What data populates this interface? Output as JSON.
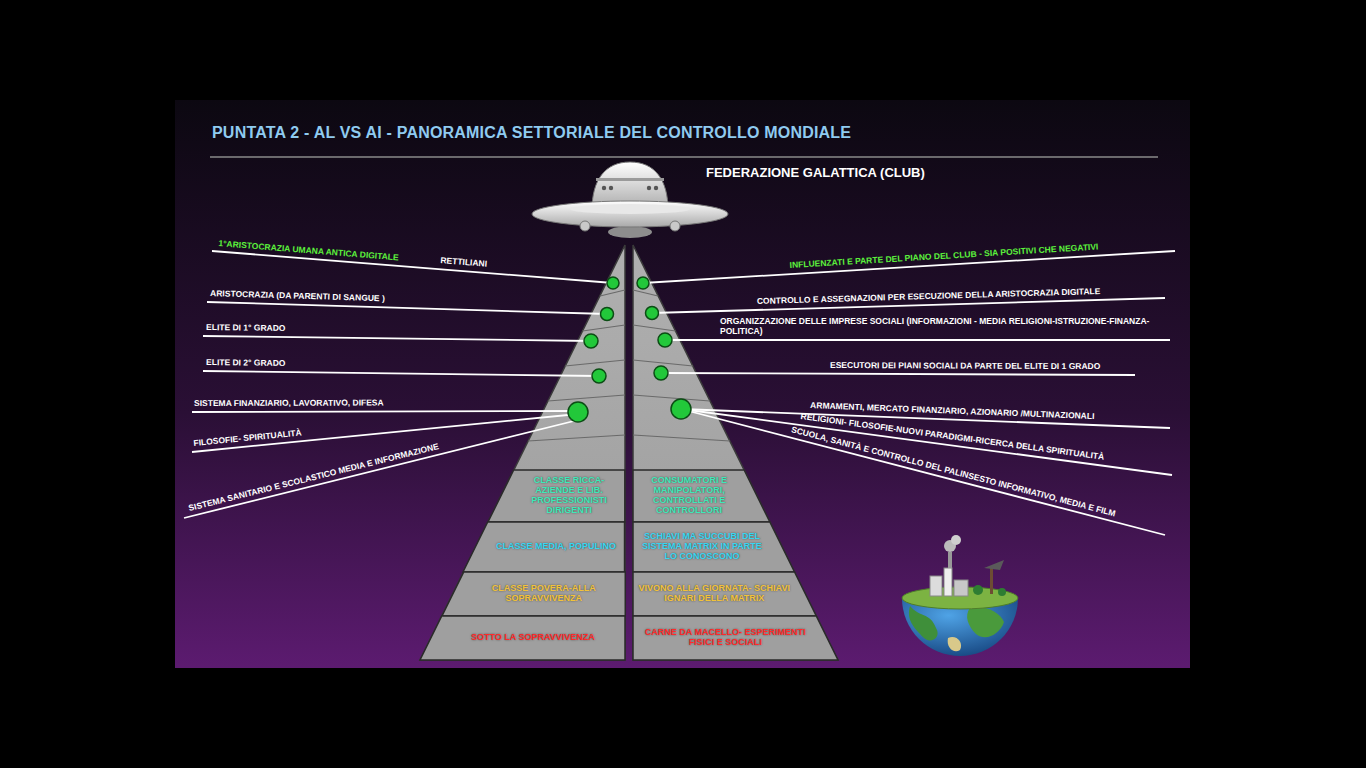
{
  "diagram": {
    "title": "PUNTATA 2 - AL VS AI - PANORAMICA SETTORIALE DEL CONTROLLO MONDIALE",
    "nodes": [
      {
        "text": [
          "CLASSE RICCA-AZIENDE E LIB. PROFESSIONISTI DIRIGENTI"
        ]
      },
      {
        "text": [
          "CONSUMATORI E MANIPOLATORI, CONTROLLATI E CONTROLLORI"
        ]
      },
      {
        "text": [
          "CLASSE MEDIA, POPULINO"
        ]
      },
      {
        "text": [
          "SCHIAVI MA SUCCUBI DEL SISTEMA MATRIX IN PARTE LO CONOSCONO"
        ]
      },
      {
        "text": [
          "CLASSE POVERA-ALLA SOPRAVVIVENZA"
        ]
      },
      {
        "text": [
          "VIVONO ALLA GIORNATA- SCHIAVI IGNARI DELLA MATRIX"
        ]
      },
      {
        "text": [
          "SOTTO LA SOPRAVVIVENZA"
        ]
      },
      {
        "text": [
          "CARNE DA MACELLO- ESPERIMENTI FISICI E SOCIALI"
        ]
      }
    ],
    "labels": [
      "FEDERAZIONE GALATTICA (CLUB)",
      "1°ARISTOCRAZIA UMANA ANTICA DIGITALE",
      "RETTILIANI",
      "ARISTOCRAZIA (DA PARENTI DI SANGUE )",
      "ELITE DI 1° GRADO",
      "ELITE DI 2° GRADO",
      "SISTEMA FINANZIARIO, LAVORATIVO, DIFESA",
      "FILOSOFIE- SPIRITUALITÀ",
      "SISTEMA SANITARIO E SCOLASTICO MEDIA E INFORMAZIONE",
      "INFLUENZATI E PARTE DEL PIANO DEL CLUB - SIA POSITIVI CHE NEGATIVI",
      "CONTROLLO E ASSEGNAZIONI PER ESECUZIONE DELLA ARISTOCRAZIA DIGITALE",
      "ORGANIZZAZIONE DELLE IMPRESE SOCIALI (INFORMAZIONI - MEDIA RELIGIONI-ISTRUZIONE-FINANZA-POLITICA)",
      "ESECUTORI DEI PIANI SOCIALI DA PARTE DEL ELITE DI 1 GRADO",
      "ARMAMENTI, MERCATO FINANZIARIO, AZIONARIO /MULTINAZIONALI",
      "RELIGIONI- FILOSOFIE-NUOVI PARADIGMI-RICERCA DELLA SPIRITUALITÀ",
      "SCUOLA, SANITÀ E CONTROLLO DEL PALINSESTO INFORMATIVO, MEDIA E FILM"
    ]
  }
}
